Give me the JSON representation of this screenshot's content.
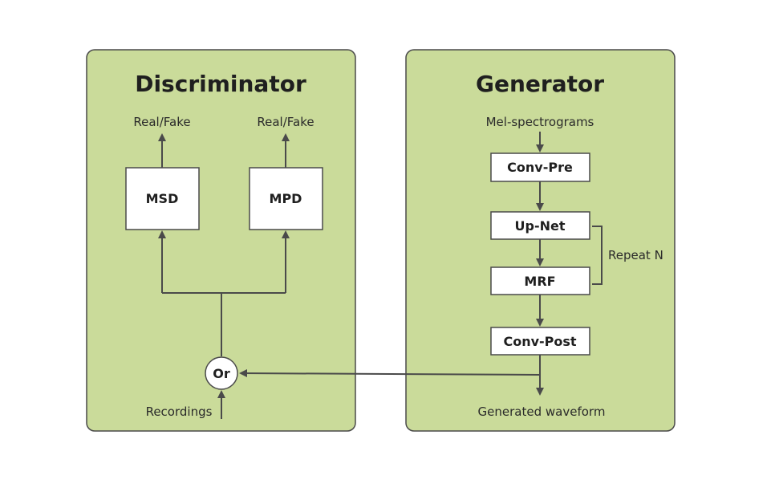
{
  "discriminator": {
    "title": "Discriminator",
    "msd_label": "MSD",
    "mpd_label": "MPD",
    "msd_output": "Real/Fake",
    "mpd_output": "Real/Fake",
    "or_label": "Or",
    "input_label": "Recordings"
  },
  "generator": {
    "title": "Generator",
    "input_label": "Mel-spectrograms",
    "conv_pre": "Conv-Pre",
    "up_net": "Up-Net",
    "mrf": "MRF",
    "repeat_label": "Repeat N",
    "conv_post": "Conv-Post",
    "output_label": "Generated waveform"
  },
  "colors": {
    "panel_fill": "#cadb9a",
    "stroke": "#4a4a4a",
    "box_fill": "#ffffff"
  }
}
